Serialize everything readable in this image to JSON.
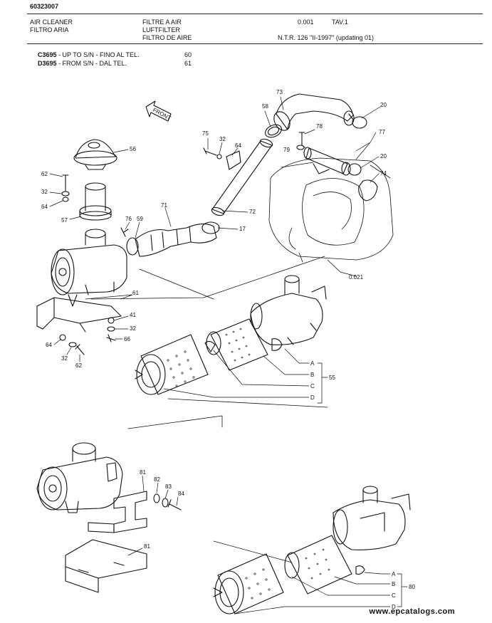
{
  "header": {
    "catalog_no": "60323007",
    "title_en": "AIR CLEANER",
    "title_it": "FILTRO ARIA",
    "title_fr": "FILTRE A AIR",
    "title_de": "LUFTFILTER",
    "title_es": "FILTRO DE AIRE",
    "ref_code": "0.001",
    "table_no": "TAV.1",
    "ntr_note": "N.T.R. 126 \"II-1997\" (updating 01)"
  },
  "serials": [
    {
      "code": "C3695",
      "text": " - UP TO S/N - FINO AL TEL.",
      "num": "60"
    },
    {
      "code": "D3695",
      "text": " - FROM S/N - DAL TEL.",
      "num": "61"
    }
  ],
  "labels": {
    "front": "FRONT",
    "ref_0021": "0.021",
    "l73": "73",
    "l20a": "20",
    "l58": "58",
    "l78": "78",
    "l77": "77",
    "l79": "79",
    "l20b": "20",
    "l74": "74",
    "l75": "75",
    "l32a": "32",
    "l64a": "64",
    "l56": "56",
    "l62a": "62",
    "l32b": "32",
    "l64b": "64",
    "l57": "57",
    "l72": "72",
    "l76": "76",
    "l59": "59",
    "l71": "71",
    "l17": "17",
    "l61": "61",
    "l41": "41",
    "l32c": "32",
    "l66": "66",
    "l64c": "64",
    "l32d": "32",
    "l62b": "62",
    "la1": "A",
    "lb1": "B",
    "lc1": "C",
    "ld1": "D",
    "l55": "55",
    "l81a": "81",
    "l82": "82",
    "l83": "83",
    "l84": "84",
    "l81b": "81",
    "la2": "A",
    "lb2": "B",
    "lc2": "C",
    "ld2": "D",
    "l80": "80"
  },
  "watermark": "www.epcatalogs.com"
}
